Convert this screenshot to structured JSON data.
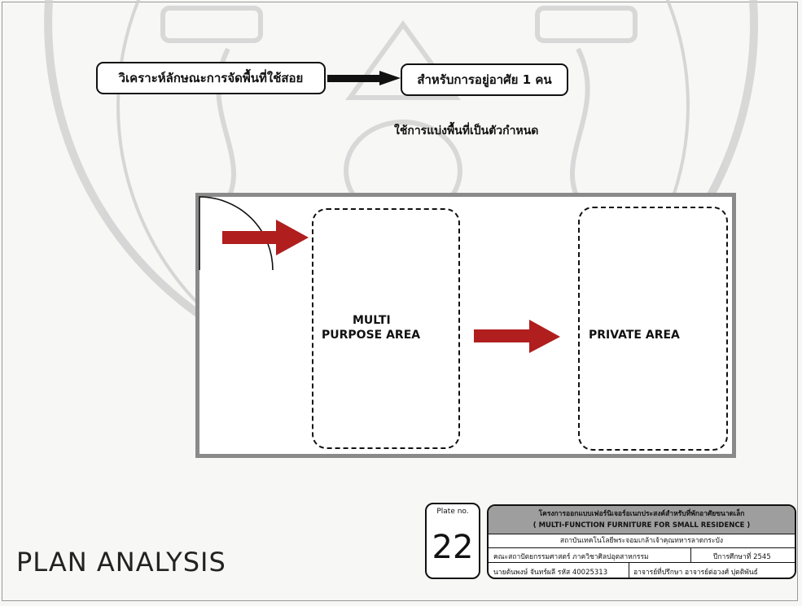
{
  "flow": {
    "box1": "วิเคราะห์ลักษณะการจัดพื้นที่ใช้สอย",
    "box2": "สำหรับการอยู่อาศัย 1 คน",
    "note": "ใช้การแบ่งพื้นที่เป็นตัวกำหนด"
  },
  "plan": {
    "area1": [
      "MULTI",
      "PURPOSE AREA"
    ],
    "area2": "PRIVATE AREA"
  },
  "title": "PLAN ANALYSIS",
  "plate": {
    "label": "Plate no.",
    "number": "22"
  },
  "title_block": {
    "project_th": "โครงการออกแบบเฟอร์นิเจอร์อเนกประสงค์สำหรับที่พักอาศัยขนาดเล็ก",
    "project_en": "( MULTI-FUNCTION FURNITURE FOR SMALL RESIDENCE )",
    "university": "สถาบันเทคโนโลยีพระจอมเกล้าเจ้าคุณทหารลาดกระบัง",
    "faculty": "คณะสถาปัตยกรรมศาสตร์ ภาควิชาศิลปอุตสาหกรรม",
    "year": "ปีการศึกษาที่ 2545",
    "student": "นายต้นพงษ์ จันทร์ผลี รหัส 40025313",
    "advisor": "อาจารย์ที่ปรึกษา อาจารย์ต่อวงศ์ ปุตติพันธ์"
  },
  "colors": {
    "frame": "#9a9a9a",
    "arrow": "#b01e1e",
    "project_band": "#9e9e9e"
  }
}
